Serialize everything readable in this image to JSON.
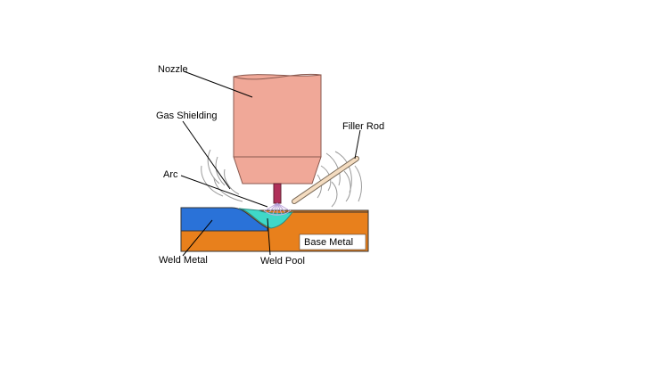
{
  "labels": {
    "nozzle": "Nozzle",
    "gas_shielding": "Gas Shielding",
    "filler_rod": "Filler Rod",
    "arc": "Arc",
    "base_metal": "Base Metal",
    "weld_metal": "Weld Metal",
    "weld_pool": "Weld Pool"
  },
  "colors": {
    "nozzle": "#f0a898",
    "nozzle_outline": "#8a5a50",
    "base_metal": "#e8801c",
    "weld_metal": "#2a72d8",
    "weld_pool": "#3fd8c8",
    "electrode": "#b0305a",
    "filler_rod": "#f4dcc0",
    "gas": "#9a9a9a"
  }
}
